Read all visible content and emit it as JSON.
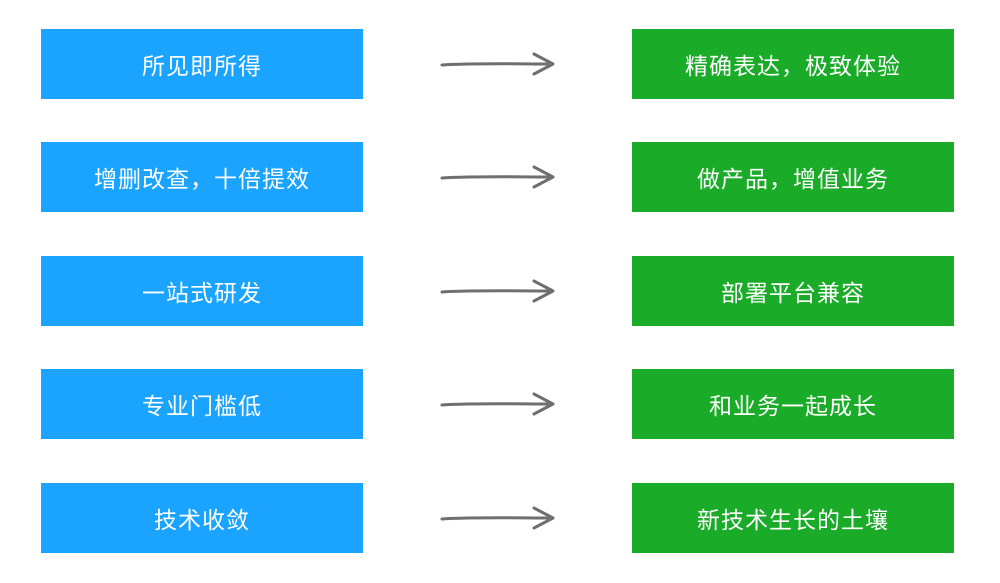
{
  "colors": {
    "left_box": "#1AA3FF",
    "right_box": "#1AAB28",
    "arrow": "#6f6f6f",
    "text": "#ffffff"
  },
  "rows": [
    {
      "left": "所见即所得",
      "right": "精确表达，极致体验"
    },
    {
      "left": "增删改查，十倍提效",
      "right": "做产品，增值业务"
    },
    {
      "left": "一站式研发",
      "right": "部署平台兼容"
    },
    {
      "left": "专业门槛低",
      "right": "和业务一起成长"
    },
    {
      "left": "技术收敛",
      "right": "新技术生长的土壤"
    }
  ]
}
